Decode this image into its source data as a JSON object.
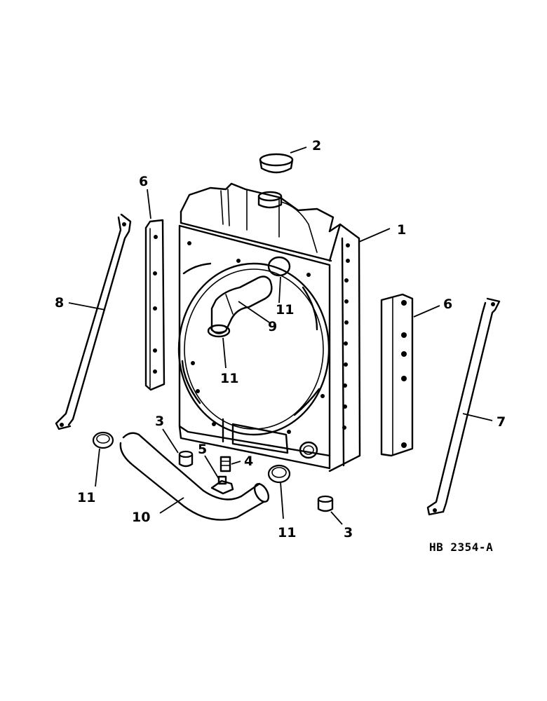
{
  "callouts": {
    "c1": "1",
    "c2": "2",
    "c3a": "3",
    "c3b": "3",
    "c4": "4",
    "c5": "5",
    "c6a": "6",
    "c6b": "6",
    "c7": "7",
    "c8": "8",
    "c9": "9",
    "c10": "10",
    "c11a": "11",
    "c11b": "11",
    "c11c": "11",
    "c11d": "11"
  },
  "reference_code": "HB 2354-A"
}
